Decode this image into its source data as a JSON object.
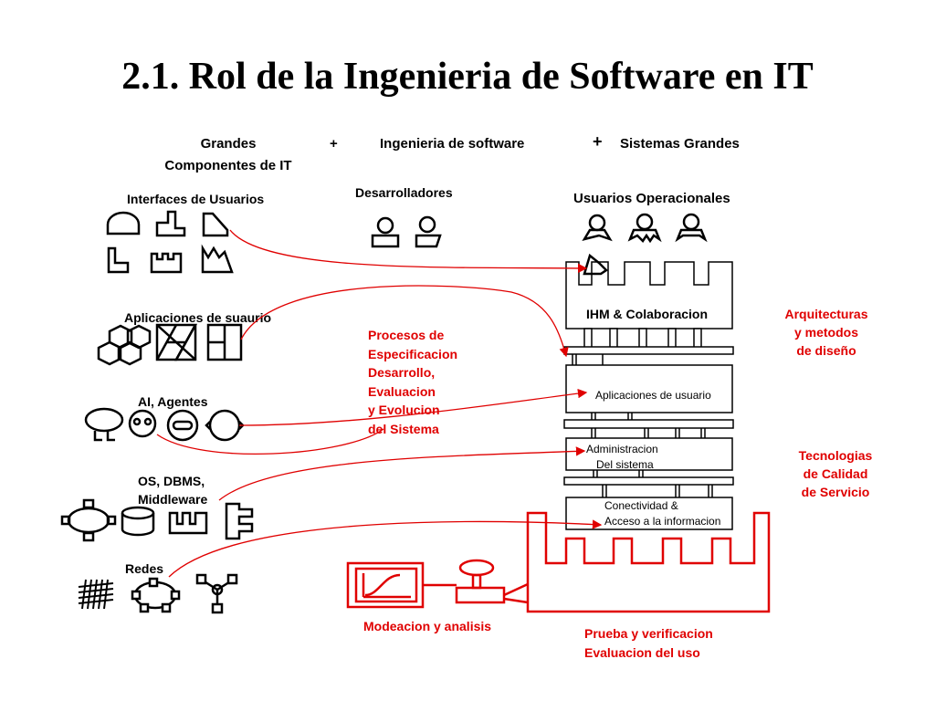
{
  "title": "2.1. Rol de la Ingenieria de Software en IT",
  "header": {
    "grandes_line1": "Grandes",
    "grandes_line2": "Componentes de IT",
    "plus1": "+",
    "ingenieria": "Ingenieria de software",
    "plus2": "+",
    "sistemas": "Sistemas Grandes"
  },
  "left_groups": {
    "interfaces": "Interfaces de Usuarios",
    "aplicaciones": "Aplicaciones de suaurio",
    "ai": "AI, Agentes",
    "os_line1": "OS, DBMS,",
    "os_line2": "Middleware",
    "redes": "Redes"
  },
  "middle": {
    "desarrolladores": "Desarrolladores",
    "procesos": [
      "Procesos de",
      "Especificacion",
      "Desarrollo,",
      "Evaluacion",
      "y Evolucion",
      "del Sistema"
    ]
  },
  "stack": {
    "usuarios": "Usuarios Operacionales",
    "ihm": "IHM &  Colaboracion",
    "aplicaciones": "Aplicaciones de usuario",
    "admin_line1": "Administracion",
    "admin_line2": "Del sistema",
    "conect_line1": "Conectividad &",
    "conect_line2": "Acceso a la informacion"
  },
  "right": {
    "arquitecturas": [
      "Arquitecturas",
      "y metodos",
      "de diseño"
    ],
    "tecnologias": [
      "Tecnologias",
      "de Calidad",
      "de Servicio"
    ]
  },
  "bottom": {
    "modeacion": "Modeacion y analisis",
    "prueba_line1": "Prueba y verificacion",
    "prueba_line2": "Evaluacion del uso"
  },
  "colors": {
    "accent": "#e00000",
    "ink": "#000000"
  }
}
